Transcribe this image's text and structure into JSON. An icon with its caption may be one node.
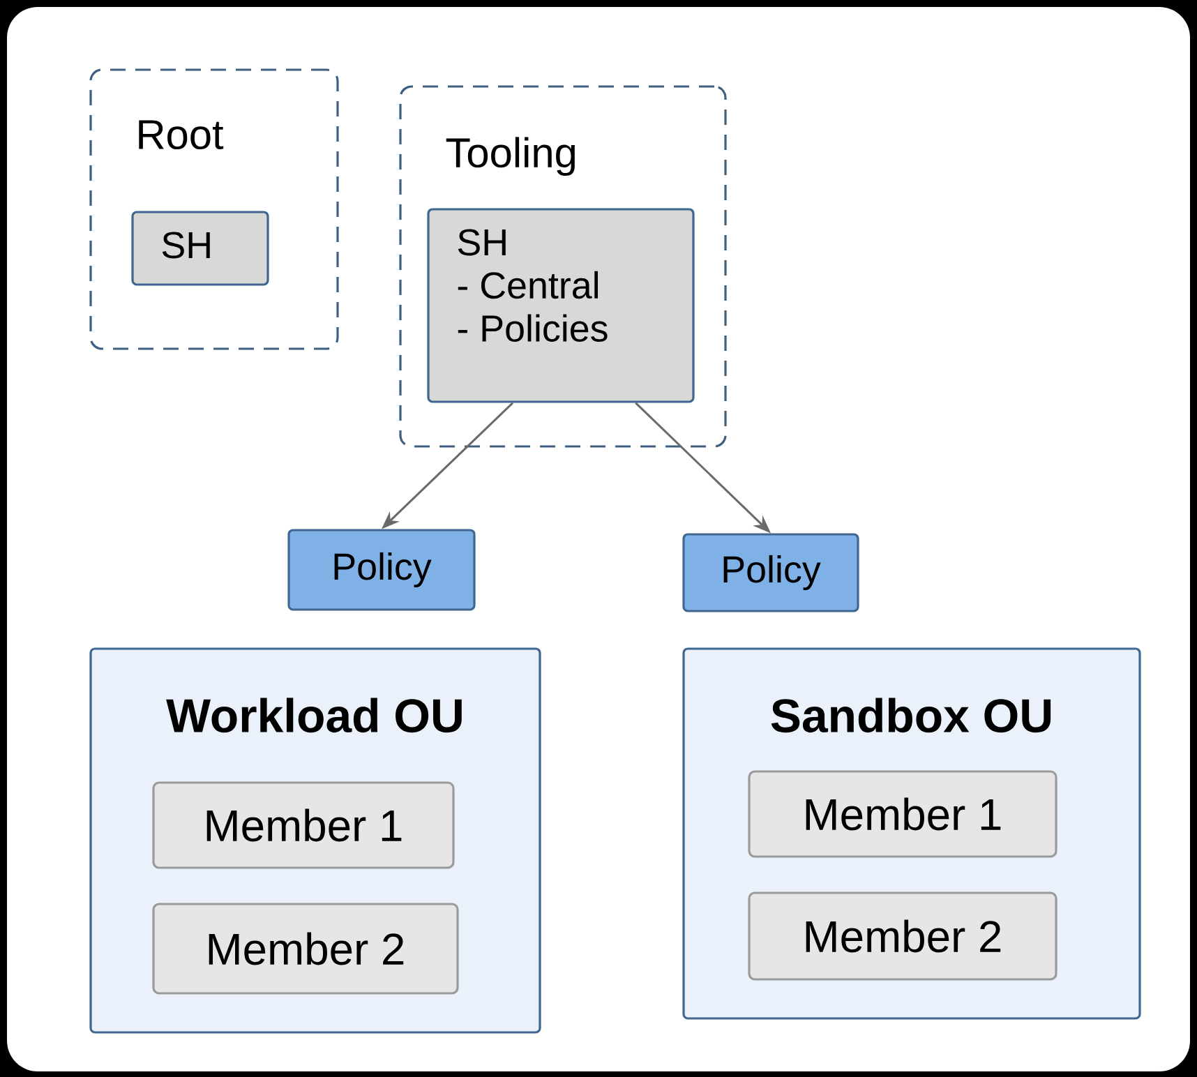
{
  "diagram": {
    "nodes": [
      {
        "text": [
          "Root"
        ]
      },
      {
        "text": [
          "SH"
        ],
        "in": 0
      },
      {
        "text": [
          "Tooling"
        ]
      },
      {
        "text": [
          "SH",
          "- Central",
          "- Policies"
        ],
        "in": 2
      },
      {
        "text": [
          "Policy"
        ]
      },
      {
        "text": [
          "Policy"
        ]
      },
      {
        "text": [
          "Workload OU"
        ]
      },
      {
        "text": [
          "Member 1"
        ],
        "in": 6
      },
      {
        "text": [
          "Member 2"
        ],
        "in": 6
      },
      {
        "text": [
          "Sandbox OU"
        ]
      },
      {
        "text": [
          "Member 1"
        ],
        "in": 9
      },
      {
        "text": [
          "Member 2"
        ],
        "in": 9
      }
    ],
    "edges": [
      {
        "from": 3,
        "to": 4,
        "arrow": "to"
      },
      {
        "from": 3,
        "to": 5,
        "arrow": "to"
      }
    ]
  }
}
